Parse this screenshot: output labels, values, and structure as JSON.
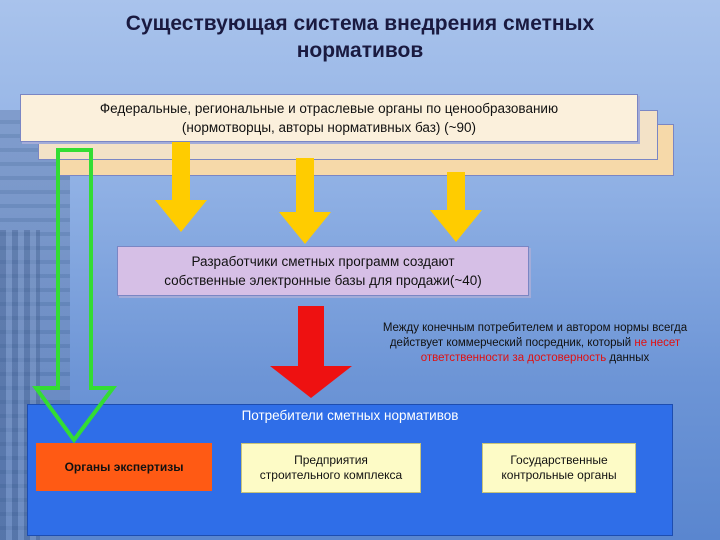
{
  "title": "Существующая система внедрения сметных нормативов",
  "top_box": {
    "line1": "Федеральные, региональные и отраслевые органы по ценообразованию",
    "line2": "(нормотворцы, авторы нормативных баз) (~90)"
  },
  "developers_box": {
    "line1": "Разработчики сметных программ создают",
    "line2": "собственные электронные базы для продажи(~40)"
  },
  "note": {
    "part1": "Между конечным потребителем и автором нормы всегда действует коммерческий посредник, который ",
    "part_red": "не несет ответственности за достоверность",
    "part2": " данных"
  },
  "consumers": {
    "title": "Потребители сметных нормативов",
    "expertise": "Органы экспертизы",
    "enterprises_line1": "Предприятия",
    "enterprises_line2": "строительного комплекса",
    "government_line1": "Государственные",
    "government_line2": "контрольные органы"
  },
  "colors": {
    "yellow_arrow": "#ffcc00",
    "red_arrow": "#ee1111",
    "green_arrow": "#33dd33",
    "consumers_bg": "#2f6ee8",
    "expertise_bg": "#ff5a14"
  }
}
